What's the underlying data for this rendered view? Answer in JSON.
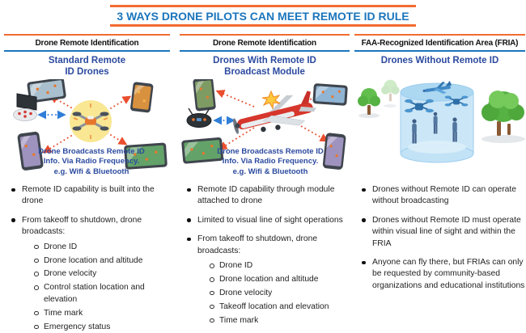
{
  "title": "3 WAYS DRONE PILOTS CAN MEET REMOTE ID RULE",
  "colors": {
    "title_blue": "#1B75BC",
    "accent_orange": "#F26B31",
    "heading_blue": "#2B4A9F",
    "arrow_red": "#E94E2E",
    "arrow_blue": "#2F7ED8",
    "fria_cylinder_blue": "#C2E2F6",
    "text_dark": "#222222"
  },
  "columns": [
    {
      "header": "Drone Remote Identification",
      "subtitle": "Standard Remote\nID Drones",
      "caption": "Drone Broadcasts Remote ID\nInfo. Via Radio Frequency.\ne.g. Wifi & Bluetooth",
      "icons": [
        "tablet-icon",
        "smartphone-icon",
        "controller-icon",
        "quadcopter-drone-icon",
        "smartphone-icon",
        "tablet-icon",
        "red-broadcast-arrows",
        "blue-control-link-arrow"
      ],
      "bullets": [
        {
          "text": "Remote ID capability is built into the drone",
          "sub": []
        },
        {
          "text": "From takeoff to shutdown, drone broadcasts:",
          "sub": [
            "Drone ID",
            "Drone location and altitude",
            "Drone velocity",
            "Control station location and elevation",
            "Time mark",
            "Emergency status"
          ]
        }
      ]
    },
    {
      "header": "Drone Remote Identification",
      "subtitle": "Drones With Remote ID\nBroadcast Module",
      "caption": "Drone Broadcasts Remote ID\nInfo. Via Radio Frequency.\ne.g. Wifi & Bluetooth",
      "icons": [
        "smartphone-icon",
        "tablet-icon",
        "controller-icon",
        "airplane-icon",
        "broadcast-module-burst-icon",
        "tablet-icon",
        "smartphone-icon",
        "red-broadcast-arrows",
        "blue-control-link-arrow"
      ],
      "bullets": [
        {
          "text": "Remote ID capability through module attached to drone",
          "sub": []
        },
        {
          "text": "Limited to visual line of sight operations",
          "sub": []
        },
        {
          "text": "From takeoff to shutdown, drone broadcasts:",
          "sub": [
            "Drone ID",
            "Drone location and altitude",
            "Drone velocity",
            "Takeoff location and elevation",
            "Time mark"
          ]
        }
      ]
    },
    {
      "header": "FAA-Recognized Identification Area (FRIA)",
      "subtitle": "Drones Without Remote ID",
      "caption": "",
      "icons": [
        "tree-icon",
        "tree-icon",
        "fria-zone-cylinder",
        "airplane-icon",
        "quadcopter-drone-icon",
        "quadcopter-drone-icon",
        "person-icon",
        "person-icon",
        "person-icon",
        "tree-icon"
      ],
      "bullets": [
        {
          "text": "Drones without Remote ID can operate without broadcasting",
          "sub": []
        },
        {
          "text": "Drones without Remote ID must operate within visual line of sight and within the FRIA",
          "sub": []
        },
        {
          "text": "Anyone can fly there, but FRIAs can only be requested by community-based organizations and educational institutions",
          "sub": []
        }
      ]
    }
  ]
}
